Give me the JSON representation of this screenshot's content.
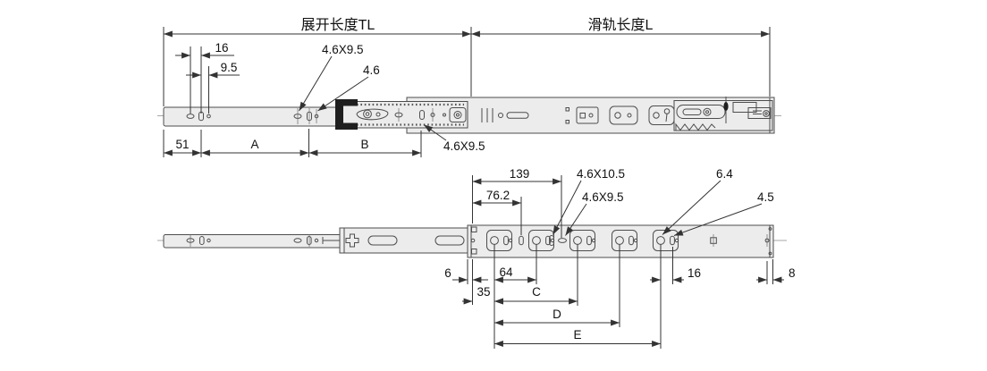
{
  "top_view": {
    "labels": {
      "extended_length": "展开长度TL",
      "rail_length": "滑轨长度L"
    },
    "dims": {
      "pitch_16": "16",
      "pitch_9_5": "9.5",
      "slot_upper": "4.6X9.5",
      "dia_4_6": "4.6",
      "offset_51": "51",
      "span_a": "A",
      "span_b": "B",
      "slot_lower": "4.6X9.5"
    }
  },
  "bottom_view": {
    "dims": {
      "len_139": "139",
      "len_76_2": "76.2",
      "slot_4_6x10_5": "4.6X10.5",
      "slot_4_6x9_5": "4.6X9.5",
      "dia_6_4": "6.4",
      "dia_4_5": "4.5",
      "offset_6": "6",
      "pitch_64": "64",
      "pitch_16": "16",
      "offset_8": "8",
      "offset_35": "35",
      "span_c": "C",
      "span_d": "D",
      "span_e": "E"
    }
  },
  "colors": {
    "background": "#ffffff",
    "rail_fill": "#ececec",
    "outline": "#4d4d4d",
    "dim_line": "#333333",
    "text": "#111111"
  }
}
